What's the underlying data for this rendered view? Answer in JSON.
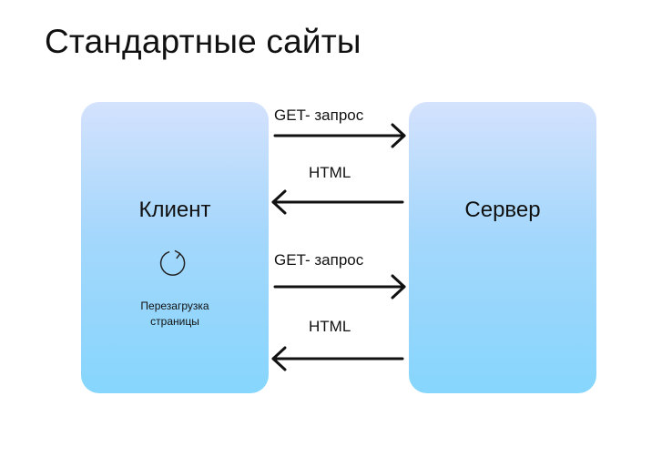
{
  "title": "Стандартные сайты",
  "client": {
    "label": "Клиент",
    "reload_line1": "Перезагрузка",
    "reload_line2": "страницы"
  },
  "server": {
    "label": "Сервер"
  },
  "edges": [
    {
      "label": "GET- запрос",
      "direction": "client-to-server"
    },
    {
      "label": "HTML",
      "direction": "server-to-client"
    },
    {
      "label": "GET- запрос",
      "direction": "client-to-server"
    },
    {
      "label": "HTML",
      "direction": "server-to-client"
    }
  ],
  "colors": {
    "box_top": "#d4e2fd",
    "box_bottom": "#86d6fd",
    "arrow": "#111111"
  },
  "icons": {
    "reload": "reload-icon"
  }
}
